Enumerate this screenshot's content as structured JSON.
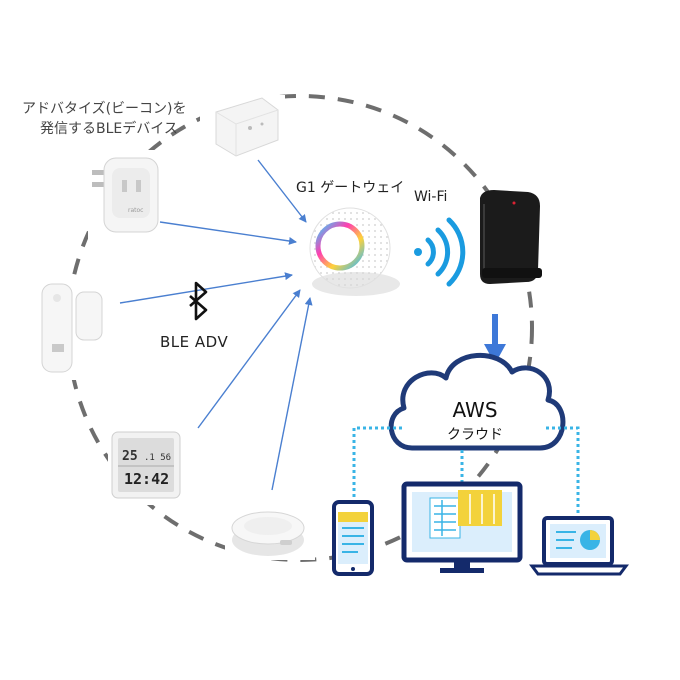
{
  "labels": {
    "beacon_devices_line1": "アドバタイズ(ビーコン)を",
    "beacon_devices_line2": "発信するBLEデバイス",
    "gateway": "G1 ゲートウェイ",
    "wifi": "Wi-Fi",
    "ble_adv": "BLE ADV",
    "aws_title": "AWS",
    "aws_subtitle": "クラウド"
  },
  "colors": {
    "arrow_blue": "#4a7fd0",
    "circle_dash": "#6e6e6e",
    "wifi_blue": "#1a9be0",
    "cloud_navy": "#1f3a78",
    "connector_cyan": "#39b4e6",
    "device_navy": "#142a6b",
    "accent_yellow": "#f3d23b"
  },
  "icons": {
    "bluetooth": "bluetooth-icon",
    "wifi": "wifi-icon",
    "cloud": "cloud-icon",
    "router": "router-icon",
    "gateway": "gateway-device-icon"
  }
}
